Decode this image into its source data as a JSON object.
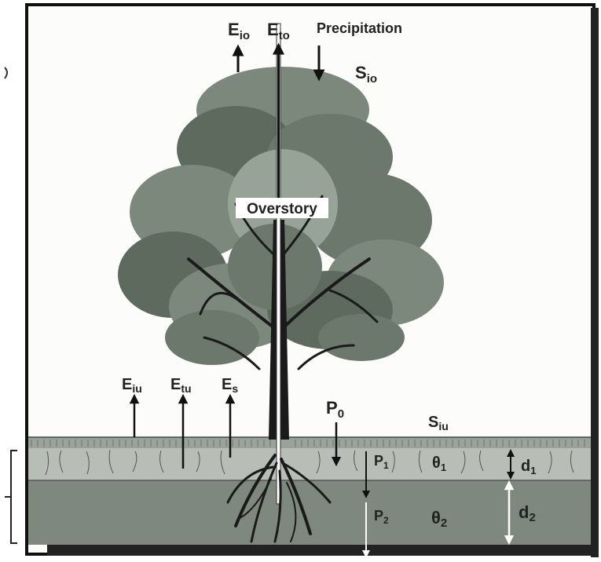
{
  "labels": {
    "e_io": {
      "main": "E",
      "sub": "io"
    },
    "e_to": {
      "main": "E",
      "sub": "to"
    },
    "precipitation": "Precipitation",
    "s_io": {
      "main": "S",
      "sub": "io"
    },
    "overstory": "Overstory",
    "e_iu": {
      "main": "E",
      "sub": "iu"
    },
    "e_tu": {
      "main": "E",
      "sub": "tu"
    },
    "e_s": {
      "main": "E",
      "sub": "s"
    },
    "p_0": {
      "main": "P",
      "sub": "0"
    },
    "s_iu": {
      "main": "S",
      "sub": "iu"
    },
    "p_1": {
      "main": "P",
      "sub": "1"
    },
    "theta_1": {
      "main": "θ",
      "sub": "1"
    },
    "d_1": {
      "main": "d",
      "sub": "1"
    },
    "p_2": {
      "main": "P",
      "sub": "2"
    },
    "theta_2": {
      "main": "θ",
      "sub": "2"
    },
    "d_2": {
      "main": "d",
      "sub": "2"
    }
  },
  "colors": {
    "frame": "#111111",
    "background": "#fcfcfa",
    "canopy_dark": "#5f6a5f",
    "canopy_mid": "#7c887c",
    "canopy_light": "#97a397",
    "litter_layer": "#9aa39a",
    "soil_upper": "#b8bdb8",
    "soil_lower": "#7e887e",
    "trunk": "#1a1a1a",
    "arrow": "#111111"
  }
}
